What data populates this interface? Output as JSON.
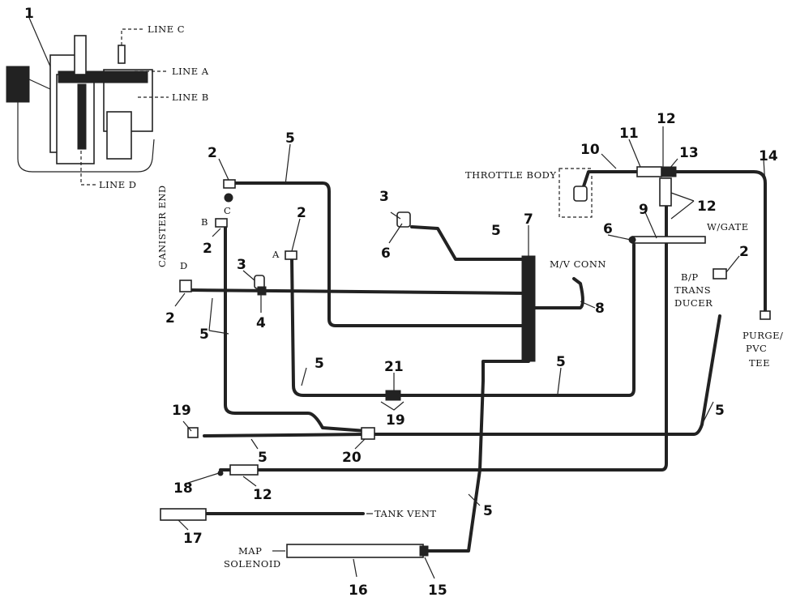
{
  "callouts": {
    "n1": "1",
    "n2a": "2",
    "n2b": "2",
    "n2c": "2",
    "n2d": "2",
    "n2e": "2",
    "n3a": "3",
    "n3b": "3",
    "n4": "4",
    "n5a": "5",
    "n5b": "5",
    "n5c": "5",
    "n5d": "5",
    "n5e": "5",
    "n5f": "5",
    "n5g": "5",
    "n5h": "5",
    "n6a": "6",
    "n6b": "6",
    "n7": "7",
    "n8": "8",
    "n9": "9",
    "n10": "10",
    "n11": "11",
    "n12a": "12",
    "n12b": "12",
    "n12c": "12",
    "n13": "13",
    "n14": "14",
    "n15": "15",
    "n16": "16",
    "n17": "17",
    "n18": "18",
    "n19a": "19",
    "n19b": "19",
    "n20": "20",
    "n21": "21"
  },
  "labels": {
    "line_c": "LINE C",
    "line_a": "LINE A",
    "line_b": "LINE B",
    "line_d": "LINE D",
    "canister_end": "CANISTER END",
    "port_c": "C",
    "port_b": "B",
    "port_a": "A",
    "port_d": "D",
    "throttle_body": "THROTTLE BODY",
    "mv_conn": "M/V CONN",
    "wgate": "W/GATE",
    "bp_1": "B/P",
    "bp_2": "TRANS",
    "bp_3": "DUCER",
    "purge_1": "PURGE/",
    "purge_2": "PVC",
    "purge_3": "TEE",
    "tank_vent": "TANK VENT",
    "map_1": "MAP",
    "map_2": "SOLENOID"
  }
}
